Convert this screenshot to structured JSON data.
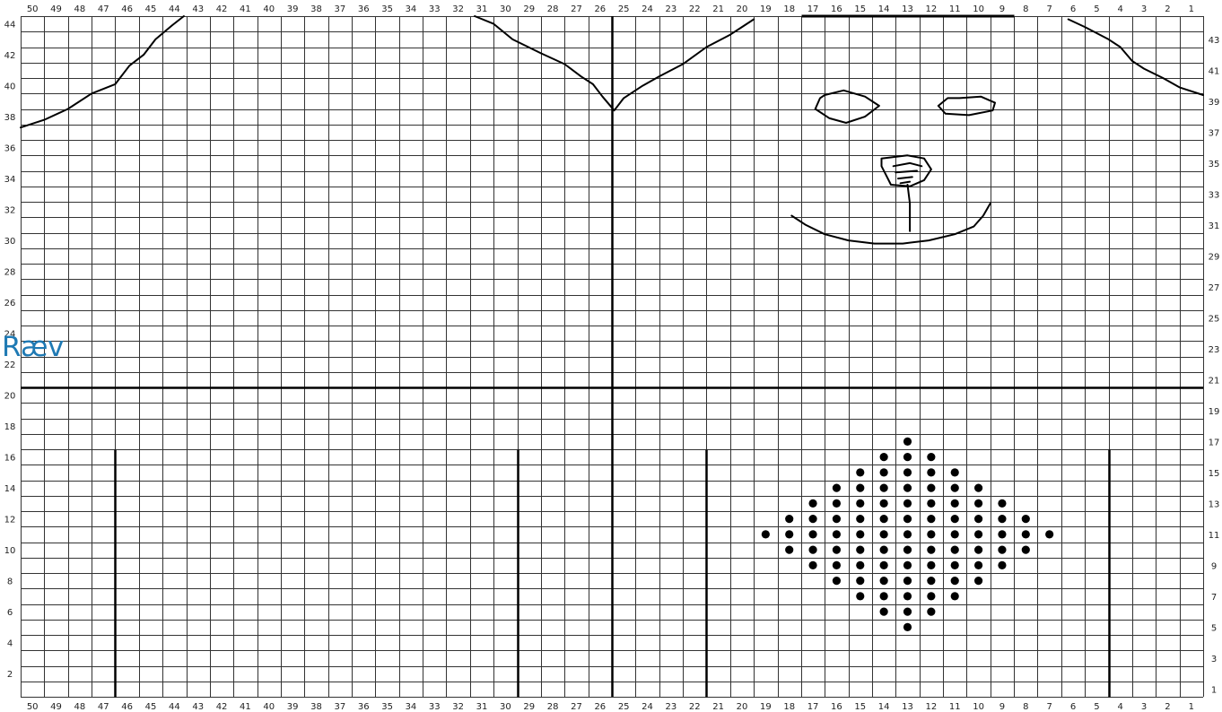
{
  "title": "Ræv",
  "colors": {
    "grid": "#333333",
    "major_line": "#000000",
    "title": "#1f7ab4",
    "dot": "#000000",
    "sketch": "#000000"
  },
  "chart_data": {
    "type": "knitting-pattern-grid",
    "title": "Ræv",
    "columns": {
      "count": 50,
      "numbering": "right-to-left",
      "labels_every": 1
    },
    "rows": {
      "count": 44,
      "numbering": "bottom-to-top",
      "left_labels": [
        2,
        4,
        6,
        8,
        10,
        12,
        14,
        16,
        18,
        20,
        22,
        24,
        26,
        28,
        30,
        32,
        34,
        36,
        38,
        40,
        42,
        44
      ],
      "right_labels": [
        1,
        3,
        5,
        7,
        9,
        11,
        13,
        15,
        17,
        19,
        21,
        23,
        25,
        27,
        29,
        31,
        33,
        35,
        37,
        39,
        41,
        43
      ]
    },
    "bold_lines": {
      "vertical_full": [
        25.5
      ],
      "horizontal_full": [
        20.5
      ],
      "vertical_partial": [
        {
          "col": 46.5,
          "from_row": 0.5,
          "to_row": 16.5
        },
        {
          "col": 29.5,
          "from_row": 0.5,
          "to_row": 16.5
        },
        {
          "col": 21.5,
          "from_row": 0.5,
          "to_row": 16.5
        },
        {
          "col": 4.5,
          "from_row": 0.5,
          "to_row": 16.5
        }
      ],
      "top_segment": {
        "from_col": 17.5,
        "to_col": 8.5,
        "row": 44.5
      }
    },
    "dots": [
      [
        13,
        17
      ],
      [
        14,
        16
      ],
      [
        13,
        16
      ],
      [
        12,
        16
      ],
      [
        15,
        15
      ],
      [
        14,
        15
      ],
      [
        13,
        15
      ],
      [
        12,
        15
      ],
      [
        11,
        15
      ],
      [
        16,
        14
      ],
      [
        15,
        14
      ],
      [
        14,
        14
      ],
      [
        13,
        14
      ],
      [
        12,
        14
      ],
      [
        11,
        14
      ],
      [
        10,
        14
      ],
      [
        17,
        13
      ],
      [
        16,
        13
      ],
      [
        15,
        13
      ],
      [
        14,
        13
      ],
      [
        13,
        13
      ],
      [
        12,
        13
      ],
      [
        11,
        13
      ],
      [
        10,
        13
      ],
      [
        9,
        13
      ],
      [
        18,
        12
      ],
      [
        17,
        12
      ],
      [
        16,
        12
      ],
      [
        15,
        12
      ],
      [
        14,
        12
      ],
      [
        13,
        12
      ],
      [
        12,
        12
      ],
      [
        11,
        12
      ],
      [
        10,
        12
      ],
      [
        9,
        12
      ],
      [
        8,
        12
      ],
      [
        19,
        11
      ],
      [
        18,
        11
      ],
      [
        17,
        11
      ],
      [
        16,
        11
      ],
      [
        15,
        11
      ],
      [
        14,
        11
      ],
      [
        13,
        11
      ],
      [
        12,
        11
      ],
      [
        11,
        11
      ],
      [
        10,
        11
      ],
      [
        9,
        11
      ],
      [
        8,
        11
      ],
      [
        7,
        11
      ],
      [
        18,
        10
      ],
      [
        17,
        10
      ],
      [
        16,
        10
      ],
      [
        15,
        10
      ],
      [
        14,
        10
      ],
      [
        13,
        10
      ],
      [
        12,
        10
      ],
      [
        11,
        10
      ],
      [
        10,
        10
      ],
      [
        9,
        10
      ],
      [
        8,
        10
      ],
      [
        17,
        9
      ],
      [
        16,
        9
      ],
      [
        15,
        9
      ],
      [
        14,
        9
      ],
      [
        13,
        9
      ],
      [
        12,
        9
      ],
      [
        11,
        9
      ],
      [
        10,
        9
      ],
      [
        9,
        9
      ],
      [
        16,
        8
      ],
      [
        15,
        8
      ],
      [
        14,
        8
      ],
      [
        13,
        8
      ],
      [
        12,
        8
      ],
      [
        11,
        8
      ],
      [
        10,
        8
      ],
      [
        15,
        7
      ],
      [
        14,
        7
      ],
      [
        13,
        7
      ],
      [
        12,
        7
      ],
      [
        11,
        7
      ],
      [
        14,
        6
      ],
      [
        13,
        6
      ],
      [
        12,
        6
      ],
      [
        13,
        5
      ]
    ],
    "sketch_strokes": [
      {
        "name": "left-shoulder",
        "points": [
          [
            50.5,
            37.3
          ],
          [
            49.5,
            37.8
          ],
          [
            48.5,
            38.5
          ],
          [
            47.5,
            39.5
          ],
          [
            46.5,
            40.1
          ],
          [
            45.9,
            41.3
          ],
          [
            45.3,
            42.0
          ],
          [
            44.8,
            43.0
          ],
          [
            44.1,
            43.9
          ],
          [
            43.6,
            44.5
          ]
        ]
      },
      {
        "name": "center-neck",
        "points": [
          [
            31.3,
            44.5
          ],
          [
            30.5,
            44.0
          ],
          [
            29.7,
            43.0
          ],
          [
            28.5,
            42.1
          ],
          [
            27.5,
            41.4
          ],
          [
            26.8,
            40.6
          ],
          [
            26.3,
            40.1
          ],
          [
            25.9,
            39.3
          ],
          [
            25.4,
            38.4
          ],
          [
            25.0,
            39.2
          ],
          [
            24.2,
            40.0
          ],
          [
            23.5,
            40.6
          ],
          [
            22.5,
            41.4
          ],
          [
            21.5,
            42.5
          ],
          [
            20.5,
            43.3
          ],
          [
            20.0,
            43.8
          ],
          [
            19.5,
            44.3
          ]
        ]
      },
      {
        "name": "right-shoulder",
        "points": [
          [
            6.2,
            44.3
          ],
          [
            5.5,
            43.8
          ],
          [
            4.5,
            43.0
          ],
          [
            4.0,
            42.5
          ],
          [
            3.5,
            41.6
          ],
          [
            3.0,
            41.1
          ],
          [
            2.2,
            40.5
          ],
          [
            1.5,
            39.9
          ],
          [
            0.5,
            39.4
          ]
        ]
      },
      {
        "name": "left-eye",
        "closed": true,
        "points": [
          [
            16.5,
            39.4
          ],
          [
            15.7,
            39.7
          ],
          [
            14.8,
            39.3
          ],
          [
            14.2,
            38.7
          ],
          [
            14.8,
            38.0
          ],
          [
            15.6,
            37.6
          ],
          [
            16.3,
            37.9
          ],
          [
            16.9,
            38.5
          ],
          [
            16.7,
            39.2
          ]
        ]
      },
      {
        "name": "right-eye",
        "closed": true,
        "points": [
          [
            10.8,
            39.2
          ],
          [
            9.9,
            39.3
          ],
          [
            9.3,
            38.9
          ],
          [
            9.4,
            38.4
          ],
          [
            10.4,
            38.1
          ],
          [
            11.4,
            38.2
          ],
          [
            11.7,
            38.7
          ],
          [
            11.3,
            39.2
          ]
        ]
      },
      {
        "name": "nose",
        "closed": true,
        "points": [
          [
            14.1,
            35.3
          ],
          [
            13.0,
            35.5
          ],
          [
            12.3,
            35.3
          ],
          [
            12.0,
            34.6
          ],
          [
            12.3,
            33.9
          ],
          [
            12.9,
            33.5
          ],
          [
            13.7,
            33.6
          ],
          [
            13.9,
            34.2
          ],
          [
            14.1,
            34.8
          ]
        ]
      },
      {
        "name": "nose-mark-1",
        "points": [
          [
            13.6,
            34.8
          ],
          [
            12.9,
            35.0
          ],
          [
            12.4,
            34.8
          ]
        ]
      },
      {
        "name": "nose-mark-2",
        "points": [
          [
            13.5,
            34.4
          ],
          [
            12.6,
            34.5
          ]
        ]
      },
      {
        "name": "nose-mark-3",
        "points": [
          [
            13.4,
            34.0
          ],
          [
            12.8,
            34.1
          ]
        ]
      },
      {
        "name": "nose-mark-4",
        "points": [
          [
            13.3,
            33.7
          ],
          [
            12.9,
            33.8
          ]
        ]
      },
      {
        "name": "philtrum",
        "points": [
          [
            13.0,
            33.6
          ],
          [
            12.9,
            32.4
          ],
          [
            12.9,
            31.4
          ],
          [
            12.9,
            30.6
          ]
        ]
      },
      {
        "name": "mouth",
        "points": [
          [
            17.9,
            31.6
          ],
          [
            17.3,
            31.0
          ],
          [
            16.5,
            30.4
          ],
          [
            15.5,
            30.0
          ],
          [
            14.4,
            29.8
          ],
          [
            13.2,
            29.8
          ],
          [
            12.1,
            30.0
          ],
          [
            11.0,
            30.4
          ],
          [
            10.2,
            30.9
          ],
          [
            9.8,
            31.6
          ],
          [
            9.5,
            32.4
          ]
        ]
      }
    ]
  }
}
